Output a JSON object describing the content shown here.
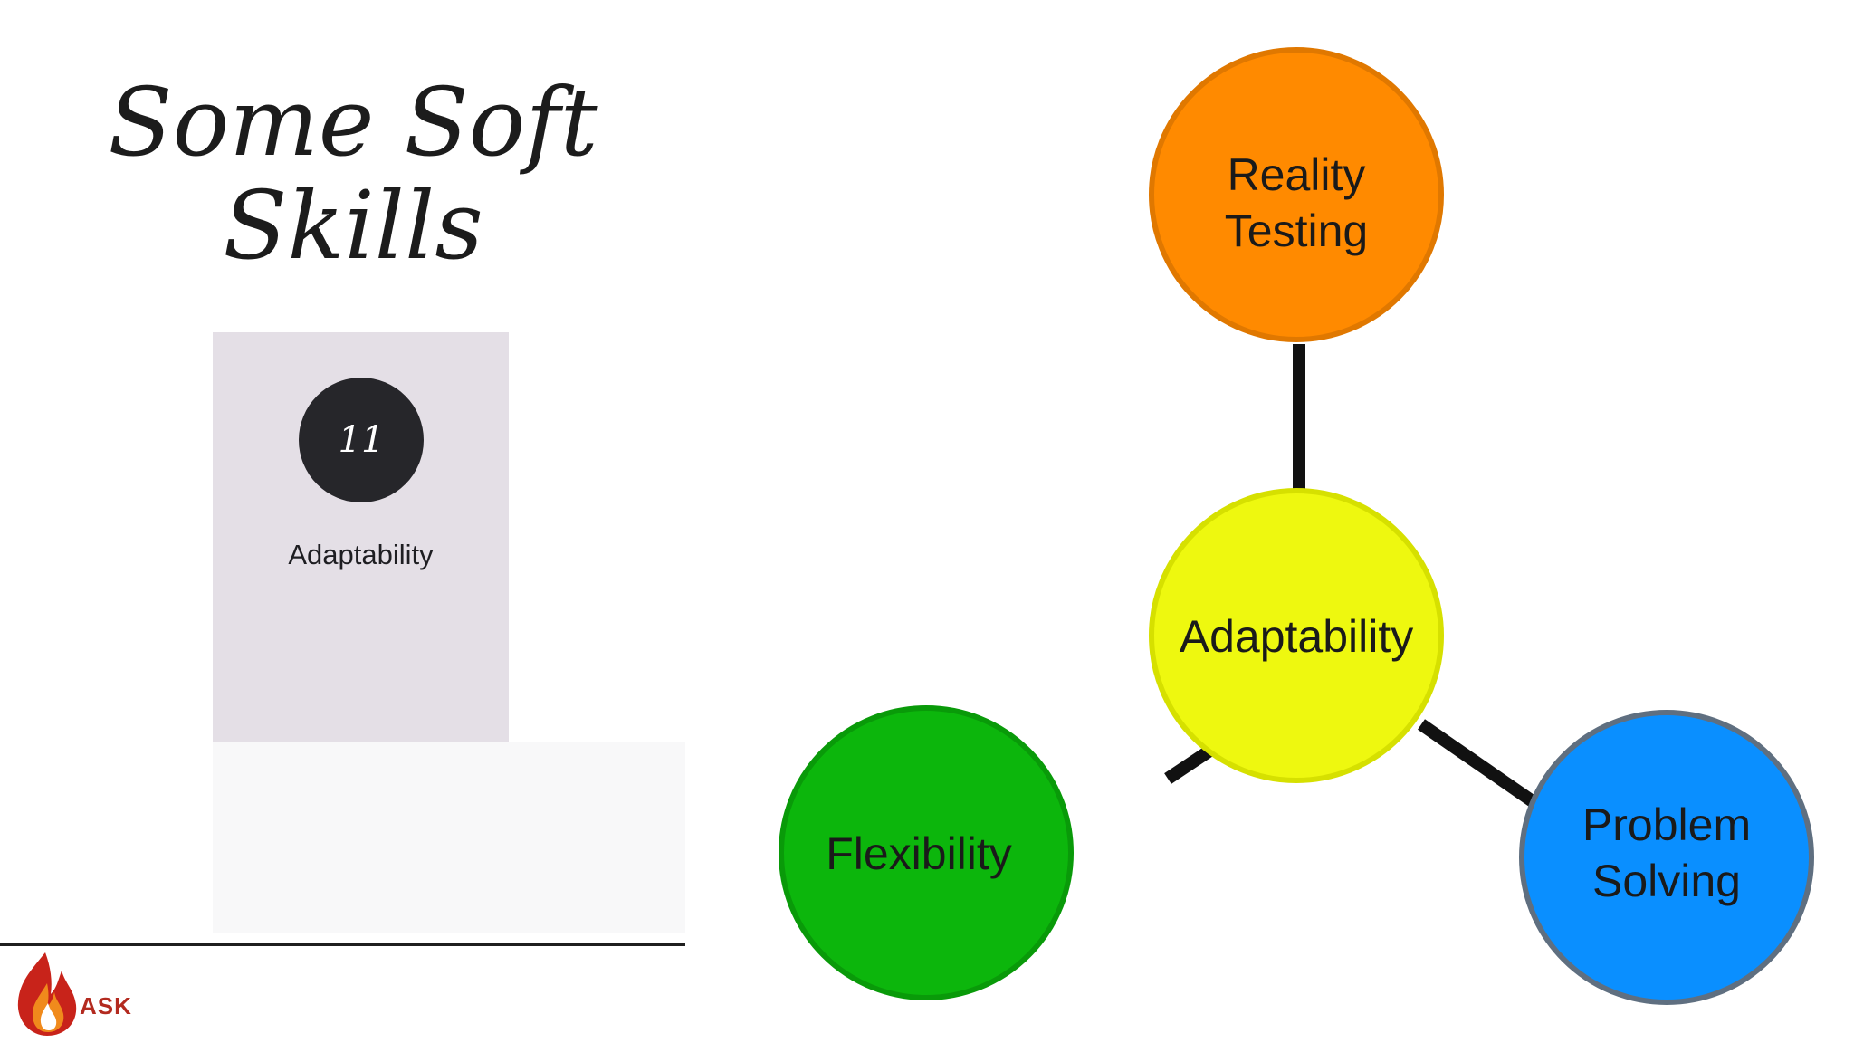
{
  "slide": {
    "title_line1": "Some Soft",
    "title_line2": "Skills"
  },
  "card": {
    "number": "11",
    "label": "Adaptability"
  },
  "logo": {
    "text": "ASK"
  },
  "diagram": {
    "nodes": [
      {
        "id": "center",
        "lines": [
          "Adaptability"
        ],
        "color": "#eef80f",
        "border": "#d6e000"
      },
      {
        "id": "top",
        "lines": [
          "Reality",
          "Testing"
        ],
        "color": "#ff8a00",
        "border": "#e07800"
      },
      {
        "id": "left",
        "lines": [
          "Flexibility"
        ],
        "color": "#0cb60c",
        "border": "#099a09"
      },
      {
        "id": "right",
        "lines": [
          "Problem",
          "Solving"
        ],
        "color": "#0a8fff",
        "border": "#5f6f80"
      }
    ]
  }
}
